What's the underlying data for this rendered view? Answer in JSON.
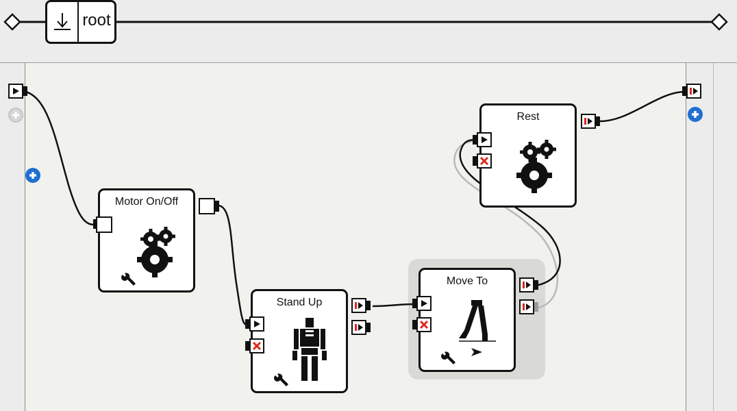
{
  "header": {
    "breadcrumb_label": "root",
    "icon": "flow-down-icon"
  },
  "boxes": {
    "motor": {
      "title": "Motor On/Off",
      "icon": "gears-icon",
      "has_params": true
    },
    "standup": {
      "title": "Stand Up",
      "icon": "robot-icon",
      "has_params": true
    },
    "moveto": {
      "title": "Move To",
      "icon": "walk-icon",
      "has_params": true
    },
    "rest": {
      "title": "Rest",
      "icon": "gears-icon",
      "has_params": false
    }
  },
  "colors": {
    "stop_red": "#e0271e",
    "add_blue": "#1f6fd1",
    "link": "#111111",
    "link_alt": "#b9b9b9"
  }
}
